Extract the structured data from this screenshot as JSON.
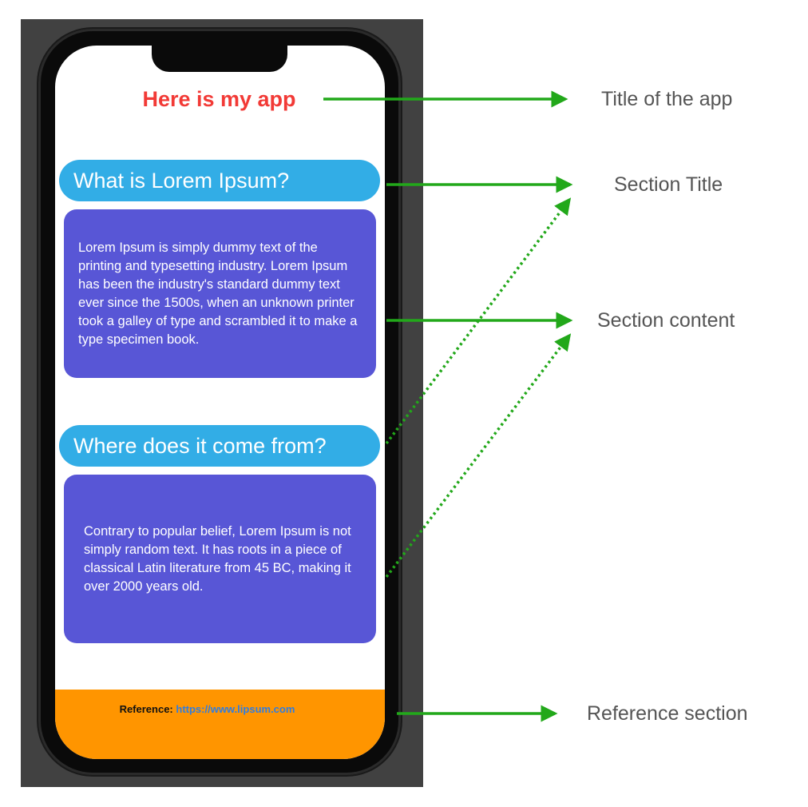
{
  "colors": {
    "app_title": "#f23a36",
    "section_title_bg": "#32ade6",
    "section_content_bg": "#5856d6",
    "reference_bg": "#ff9500",
    "reference_link": "#2f7de1",
    "arrow": "#22a81a"
  },
  "app": {
    "title": "Here is my app",
    "sections": [
      {
        "title": "What is Lorem Ipsum?",
        "content": "Lorem Ipsum is simply dummy text of the printing and typesetting industry. Lorem Ipsum has been the industry's standard dummy text ever since the 1500s, when an unknown printer took a galley of type and scrambled it to make a type specimen book."
      },
      {
        "title": "Where does it come from?",
        "content": "Contrary to popular belief, Lorem Ipsum is not simply random text. It has roots in a piece of classical Latin literature from 45 BC, making it over 2000 years old."
      }
    ],
    "reference": {
      "label": "Reference:",
      "link": "https://www.lipsum.com"
    }
  },
  "callouts": {
    "title": "Title of the app",
    "section_title": "Section Title",
    "section_content": "Section content",
    "reference": "Reference section"
  }
}
